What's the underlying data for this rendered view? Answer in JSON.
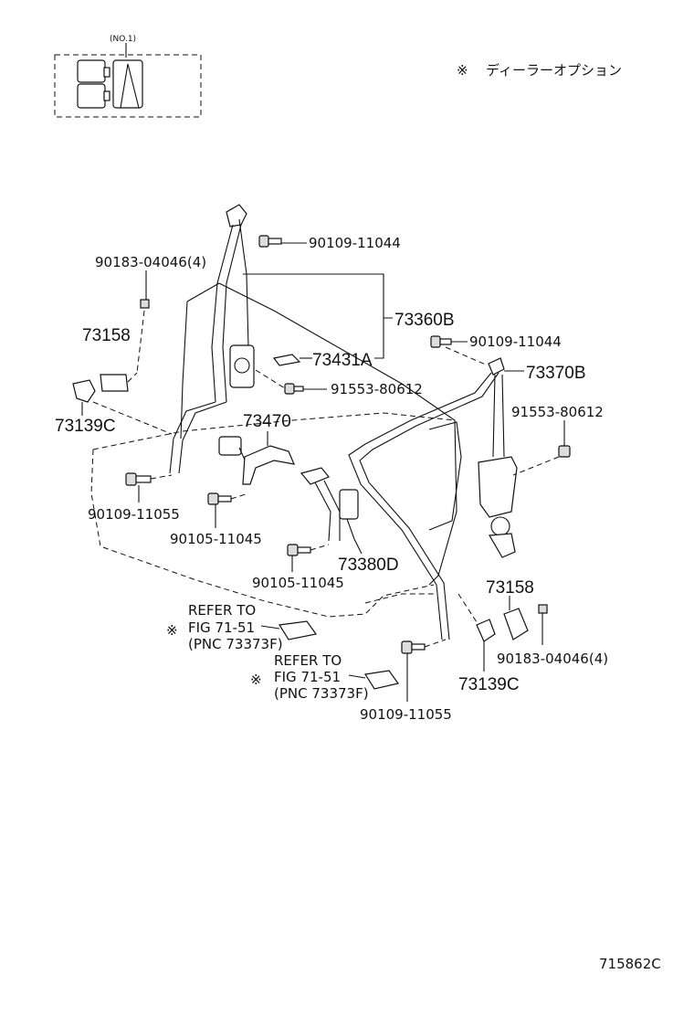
{
  "inset": {
    "label": "(NO.1)"
  },
  "legend": {
    "mark": "※",
    "text": "ディーラーオプション"
  },
  "labels": {
    "p90109_11044_top": "90109-11044",
    "p90183_04046_left": "90183-04046(4)",
    "p73360B": "73360B",
    "p73158_left": "73158",
    "p73431A": "73431A",
    "p90109_11044_right": "90109-11044",
    "p73370B": "73370B",
    "p91553_80612_center": "91553-80612",
    "p91553_80612_right": "91553-80612",
    "p73139C_left": "73139C",
    "p73470": "73470",
    "p90109_11055_left": "90109-11055",
    "p90105_11045_a": "90105-11045",
    "p73380D": "73380D",
    "p90105_11045_b": "90105-11045",
    "p73158_right": "73158",
    "p90183_04046_right": "90183-04046(4)",
    "p73139C_right": "73139C",
    "p90109_11055_bottom": "90109-11055"
  },
  "refer1": {
    "mark": "※",
    "line1": "REFER TO",
    "line2": "FIG 71-51",
    "line3": "(PNC 73373F)"
  },
  "refer2": {
    "mark": "※",
    "line1": "REFER TO",
    "line2": "FIG 71-51",
    "line3": "(PNC 73373F)"
  },
  "figure_id": "715862C"
}
